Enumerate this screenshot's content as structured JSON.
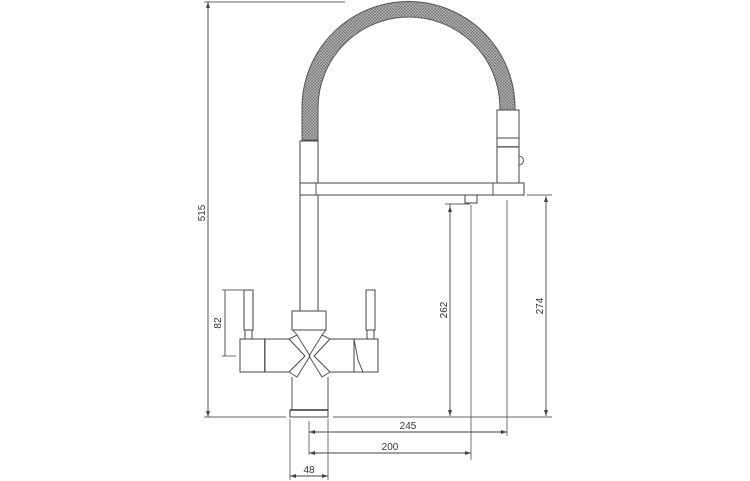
{
  "drawing": {
    "subject": "Pull-out kitchen mixer tap technical drawing",
    "units": "mm",
    "colors": {
      "line": "#444444",
      "hose_fill": "#8a8a8a",
      "background": "#ffffff"
    },
    "dimensions": {
      "overall_height": "515",
      "handle_height": "82",
      "spout_height_outlet": "262",
      "spout_height_body": "274",
      "spout_reach_outer": "245",
      "spout_reach_outlet": "200",
      "base_diameter": "48"
    }
  }
}
